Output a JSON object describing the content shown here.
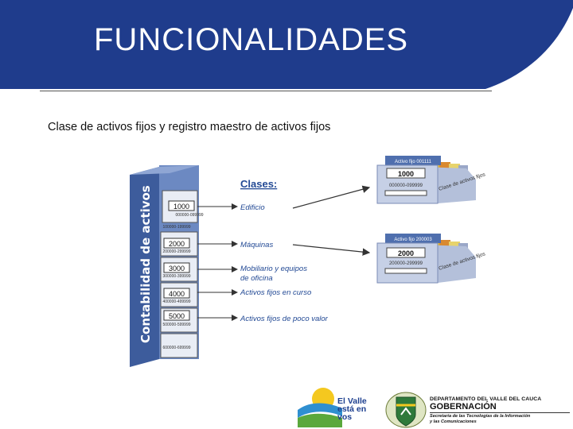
{
  "slide": {
    "title": "FUNCIONALIDADES",
    "subtitle": "Clase de activos fijos y registro maestro de activos fijos"
  },
  "diagram": {
    "cabinet_title": "Contabilidad de activos",
    "classes_heading": "Clases:",
    "drawers": [
      {
        "code": "1000",
        "range": "000000-099999",
        "label": "Edificio",
        "sub_range": "100000-199999"
      },
      {
        "code": "2000",
        "range": "200000-299999",
        "label": "Máquinas"
      },
      {
        "code": "3000",
        "range": "300000-399999",
        "label_line1": "Mobiliario y equipos",
        "label_line2": "de oficina"
      },
      {
        "code": "4000",
        "range": "400000-499999",
        "label": "Activos fijos en curso"
      },
      {
        "code": "5000",
        "range": "500000-599999",
        "label": "Activos fijos de poco valor"
      },
      {
        "range": "600000-699999"
      }
    ],
    "boxes": [
      {
        "tab": "Activo fijo 001111",
        "code": "1000",
        "range": "000000-099999",
        "side": "Clase de activos fijos"
      },
      {
        "tab": "Activo fijo 200003",
        "code": "2000",
        "range": "200000-299999",
        "side": "Clase de activos fijos"
      }
    ]
  },
  "footer": {
    "valle_logo_text": [
      "El Valle",
      "está en",
      "vos"
    ],
    "gob_line1": "DEPARTAMENTO DEL VALLE DEL CAUCA",
    "gob_line2": "GOBERNACIÓN",
    "gob_line3": "Secretaría de las Tecnologías de la Información",
    "gob_line4": "y las Comunicaciones"
  },
  "colors": {
    "header_blue": "#1f3c8c",
    "cabinet_blue": "#5a78b5",
    "label_blue": "#234a95"
  }
}
